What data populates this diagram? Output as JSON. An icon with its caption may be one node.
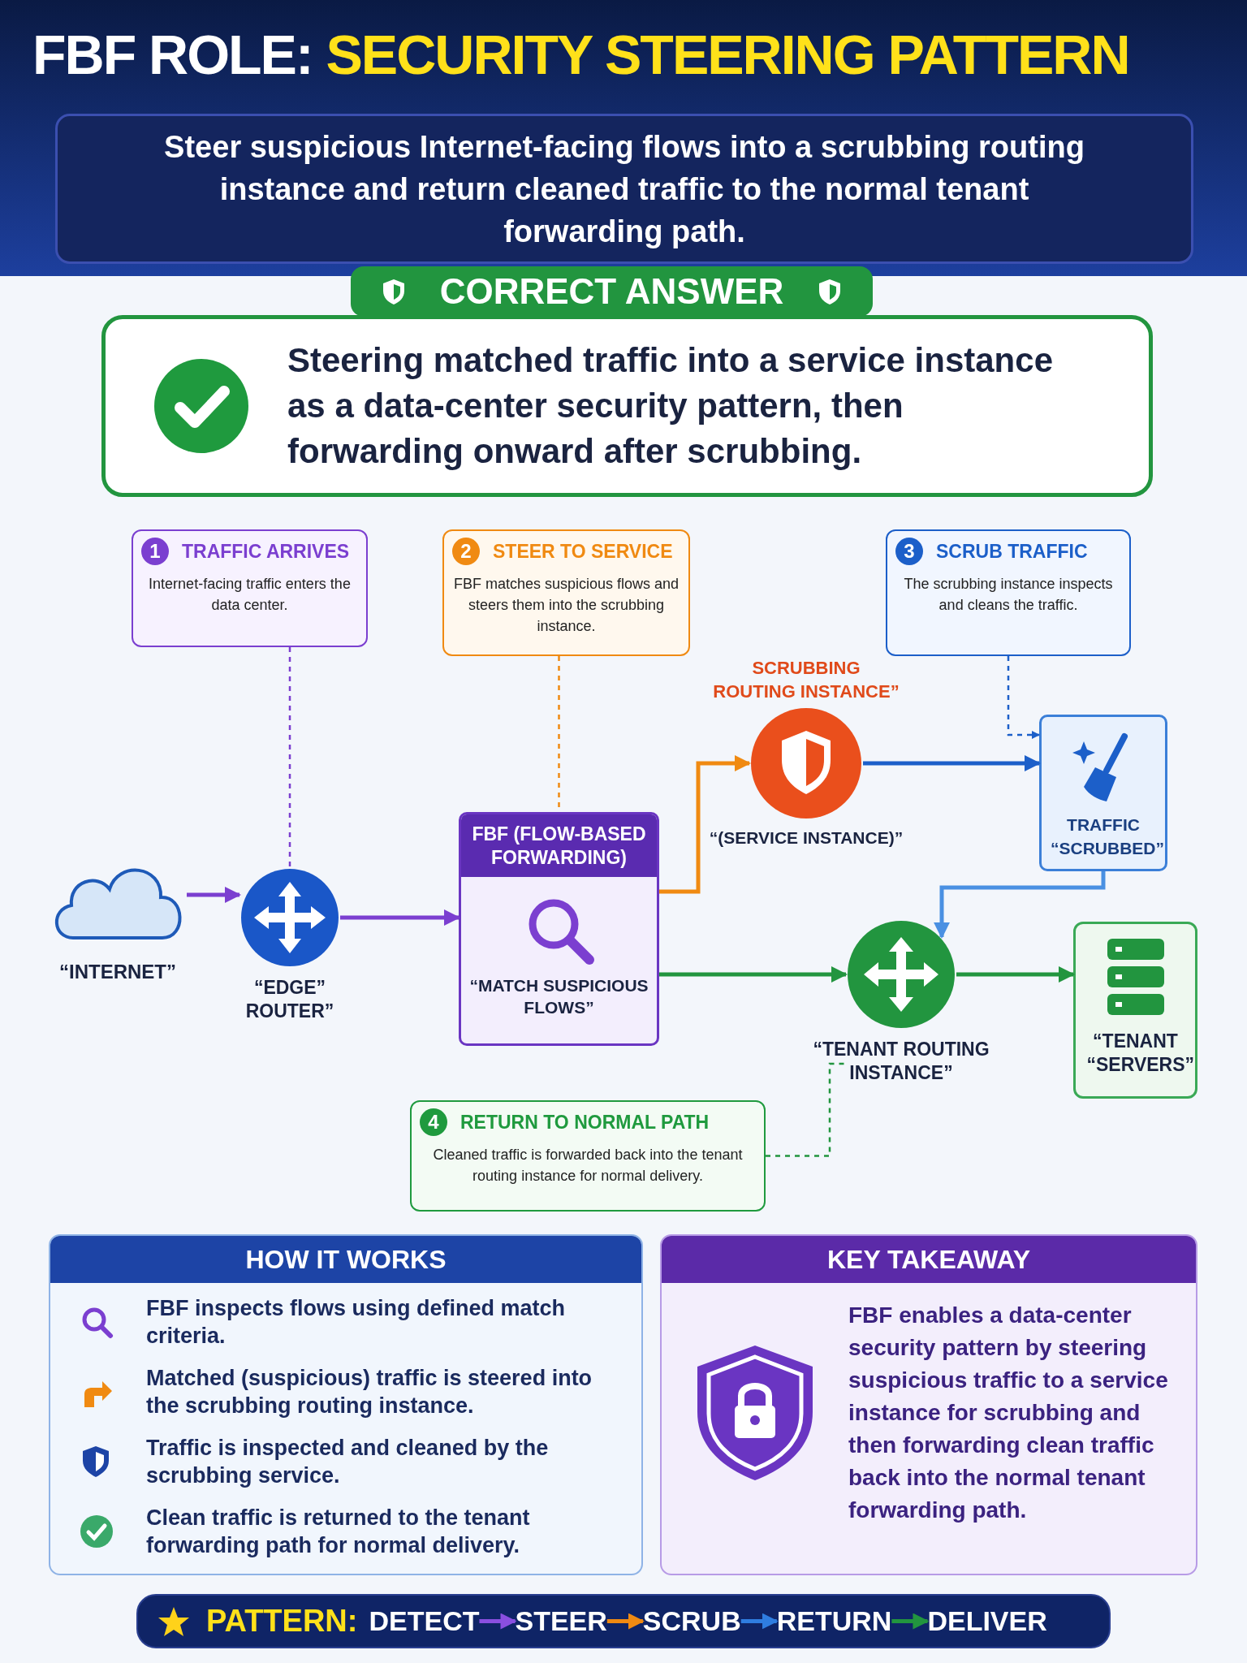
{
  "diagram": {
    "title": "FBF ROLE: SECURITY STEERING PATTERN",
    "nodes": [
      {
        "text": [
          "Steer suspicious Internet-facing flows into a scrubbing routing instance and return cleaned traffic to the normal tenant forwarding path."
        ]
      },
      {
        "text": [
          "CORRECT ANSWER"
        ]
      },
      {
        "text": [
          "Steering matched traffic into a service instance as a data-center security pattern, then forwarding onward after scrubbing."
        ]
      },
      {
        "text": [
          "1",
          "TRAFFIC ARRIVES",
          "Internet-facing traffic enters the data center."
        ]
      },
      {
        "text": [
          "2",
          "STEER TO SERVICE",
          "FBF matches suspicious flows and steers them into the scrubbing instance."
        ]
      },
      {
        "text": [
          "3",
          "SCRUB TRAFFIC",
          "The scrubbing instance inspects and cleans the traffic."
        ]
      },
      {
        "text": [
          "“INTERNET”"
        ]
      },
      {
        "text": [
          "“EDGE” ROUTER”"
        ]
      },
      {
        "text": [
          "FBF (FLOW-BASED FORWARDING)",
          "“MATCH SUSPICIOUS FLOWS”"
        ]
      },
      {
        "text": [
          "SCRUBBING ROUTING INSTANCE”",
          "“(SERVICE INSTANCE)”"
        ]
      },
      {
        "text": [
          "TRAFFIC “SCRUBBED”"
        ]
      },
      {
        "text": [
          "“TENANT ROUTING INSTANCE”"
        ]
      },
      {
        "text": [
          "“TENANT “SERVERS”"
        ]
      },
      {
        "text": [
          "4",
          "RETURN TO NORMAL PATH",
          "Cleaned traffic is forwarded back into the tenant routing instance for normal delivery."
        ]
      },
      {
        "text": [
          "HOW IT WORKS",
          "FBF inspects flows using defined match criteria.",
          "Matched (suspicious) traffic is steered into the scrubbing routing instance.",
          "Traffic is inspected and cleaned by the scrubbing service.",
          "Clean traffic is returned to the tenant forwarding path for normal delivery."
        ]
      },
      {
        "text": [
          "KEY TAKEAWAY",
          "FBF enables a data-center security pattern by steering suspicious traffic to a service instance for scrubbing and then forwarding clean traffic back into the normal tenant forwarding path."
        ]
      },
      {
        "text": [
          "PATTERN:"
        ]
      },
      {
        "text": [
          "DETECT"
        ],
        "in": 16
      },
      {
        "text": [
          "STEER"
        ],
        "in": 16
      },
      {
        "text": [
          "SCRUB"
        ],
        "in": 16
      },
      {
        "text": [
          "RETURN"
        ],
        "in": 16
      },
      {
        "text": [
          "DELIVER"
        ],
        "in": 16
      }
    ],
    "edges": [
      {
        "from": 6,
        "to": 7,
        "arrow": "to",
        "color": "#7b3fd0"
      },
      {
        "from": 7,
        "to": 8,
        "arrow": "to",
        "color": "#7b3fd0"
      },
      {
        "from": 8,
        "to": 9,
        "arrow": "to",
        "color": "#f08a12"
      },
      {
        "from": 9,
        "to": 10,
        "arrow": "to",
        "color": "#1c5fc9"
      },
      {
        "from": 8,
        "to": 11,
        "arrow": "to",
        "color": "#22953f"
      },
      {
        "from": 10,
        "to": 11,
        "arrow": "to",
        "color": "#4a90e2"
      },
      {
        "from": 11,
        "to": 12,
        "arrow": "to",
        "color": "#22953f"
      },
      {
        "from": 3,
        "to": 7,
        "arrow": "none",
        "style": "dashed",
        "color": "#7b3fd0"
      },
      {
        "from": 4,
        "to": 8,
        "arrow": "none",
        "style": "dashed",
        "color": "#f08a12"
      },
      {
        "from": 5,
        "to": 10,
        "arrow": "to",
        "style": "dashed",
        "color": "#1c5fc9"
      },
      {
        "from": 13,
        "to": 11,
        "arrow": "none",
        "style": "dashed",
        "color": "#22953f"
      },
      {
        "from": 17,
        "to": 18,
        "arrow": "to",
        "color": "#8a4fe0"
      },
      {
        "from": 18,
        "to": 19,
        "arrow": "to",
        "color": "#f08a12"
      },
      {
        "from": 19,
        "to": 20,
        "arrow": "to",
        "color": "#2f7de0"
      },
      {
        "from": 20,
        "to": 21,
        "arrow": "to",
        "color": "#22953f"
      }
    ]
  }
}
